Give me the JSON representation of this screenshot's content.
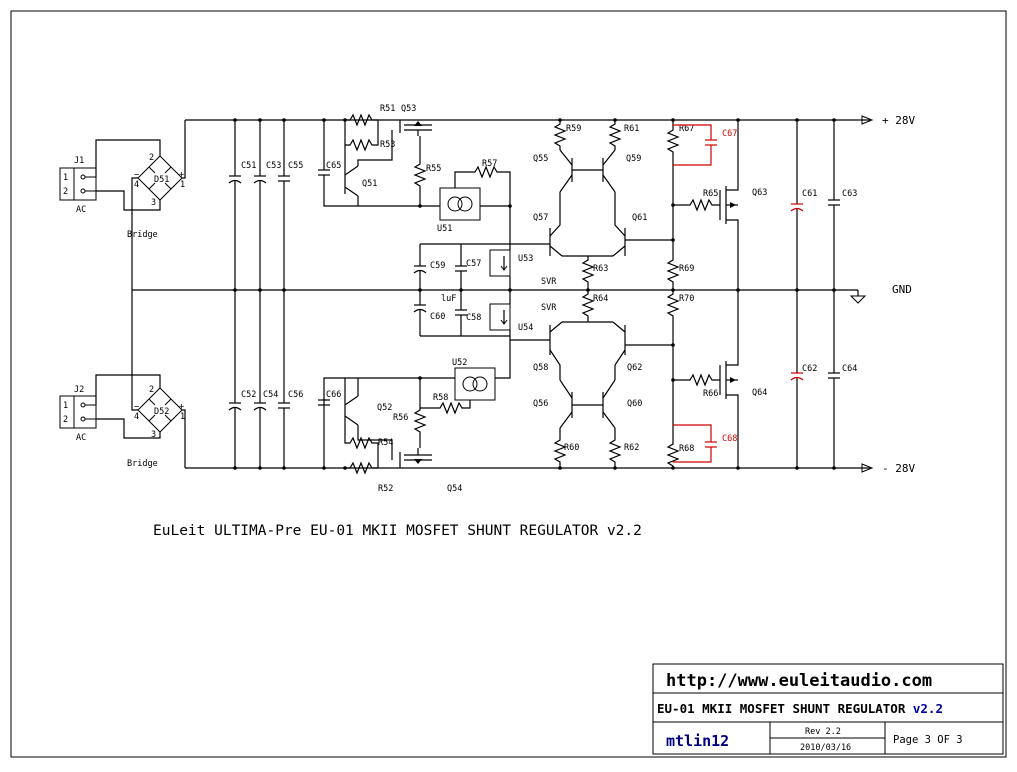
{
  "schematic": {
    "title_line": "EuLeit  ULTIMA-Pre EU-01 MKII MOSFET  SHUNT REGULATOR v2.2",
    "rails": {
      "pos": "+ 28V",
      "gnd": "GND",
      "neg": "- 28V"
    },
    "connectors": {
      "j1": "J1",
      "j2": "J2",
      "pin1": "1",
      "pin2": "2",
      "ac": "AC",
      "bridge": "Bridge"
    },
    "bridges": {
      "d51": "D51",
      "d52": "D52",
      "p2": "2",
      "p4": "4",
      "p3": "3",
      "p1": "1",
      "minus": "−",
      "plus": "+",
      "tilde": "~"
    },
    "caps": {
      "c51": "C51",
      "c53": "C53",
      "c55": "C55",
      "c52": "C52",
      "c54": "C54",
      "c56": "C56",
      "c65": "C65",
      "c66": "C66",
      "c59": "C59",
      "c60": "C60",
      "c57": "C57",
      "c58": "C58",
      "c61": "C61",
      "c62": "C62",
      "c63": "C63",
      "c64": "C64",
      "c67": "C67",
      "c68": "C68",
      "luf": "luF"
    },
    "resistors": {
      "r51": "R51",
      "r53": "R53",
      "r55": "R55",
      "r57": "R57",
      "r52": "R52",
      "r54": "R54",
      "r56": "R56",
      "r58": "R58",
      "r59": "R59",
      "r61": "R61",
      "r60": "R60",
      "r62": "R62",
      "r63": "R63",
      "r64": "R64",
      "r65": "R65",
      "r66": "R66",
      "r67": "R67",
      "r69": "R69",
      "r70": "R70",
      "r68": "R68"
    },
    "transistors": {
      "q51": "Q51",
      "q52": "Q52",
      "q53": "Q53",
      "q54": "Q54",
      "q55": "Q55",
      "q56": "Q56",
      "q57": "Q57",
      "q58": "Q58",
      "q59": "Q59",
      "q60": "Q60",
      "q61": "Q61",
      "q62": "Q62",
      "q63": "Q63",
      "q64": "Q64"
    },
    "ics": {
      "u51": "U51",
      "u52": "U52",
      "u53": "U53",
      "u54": "U54",
      "svr1": "SVR",
      "svr2": "SVR"
    }
  },
  "title_block": {
    "url": "http://www.euleitaudio.com",
    "name_prefix": "EU-01 MKII MOSFET SHUNT REGULATOR ",
    "name_version": "v2.2",
    "author": "mtlin12",
    "rev": "Rev 2.2",
    "date": "2010/03/16",
    "page": "Page 3 OF 3"
  },
  "colors": {
    "wire": "#000000",
    "highlight": "#d00000",
    "author": "#000080",
    "version": "#0000a0"
  }
}
